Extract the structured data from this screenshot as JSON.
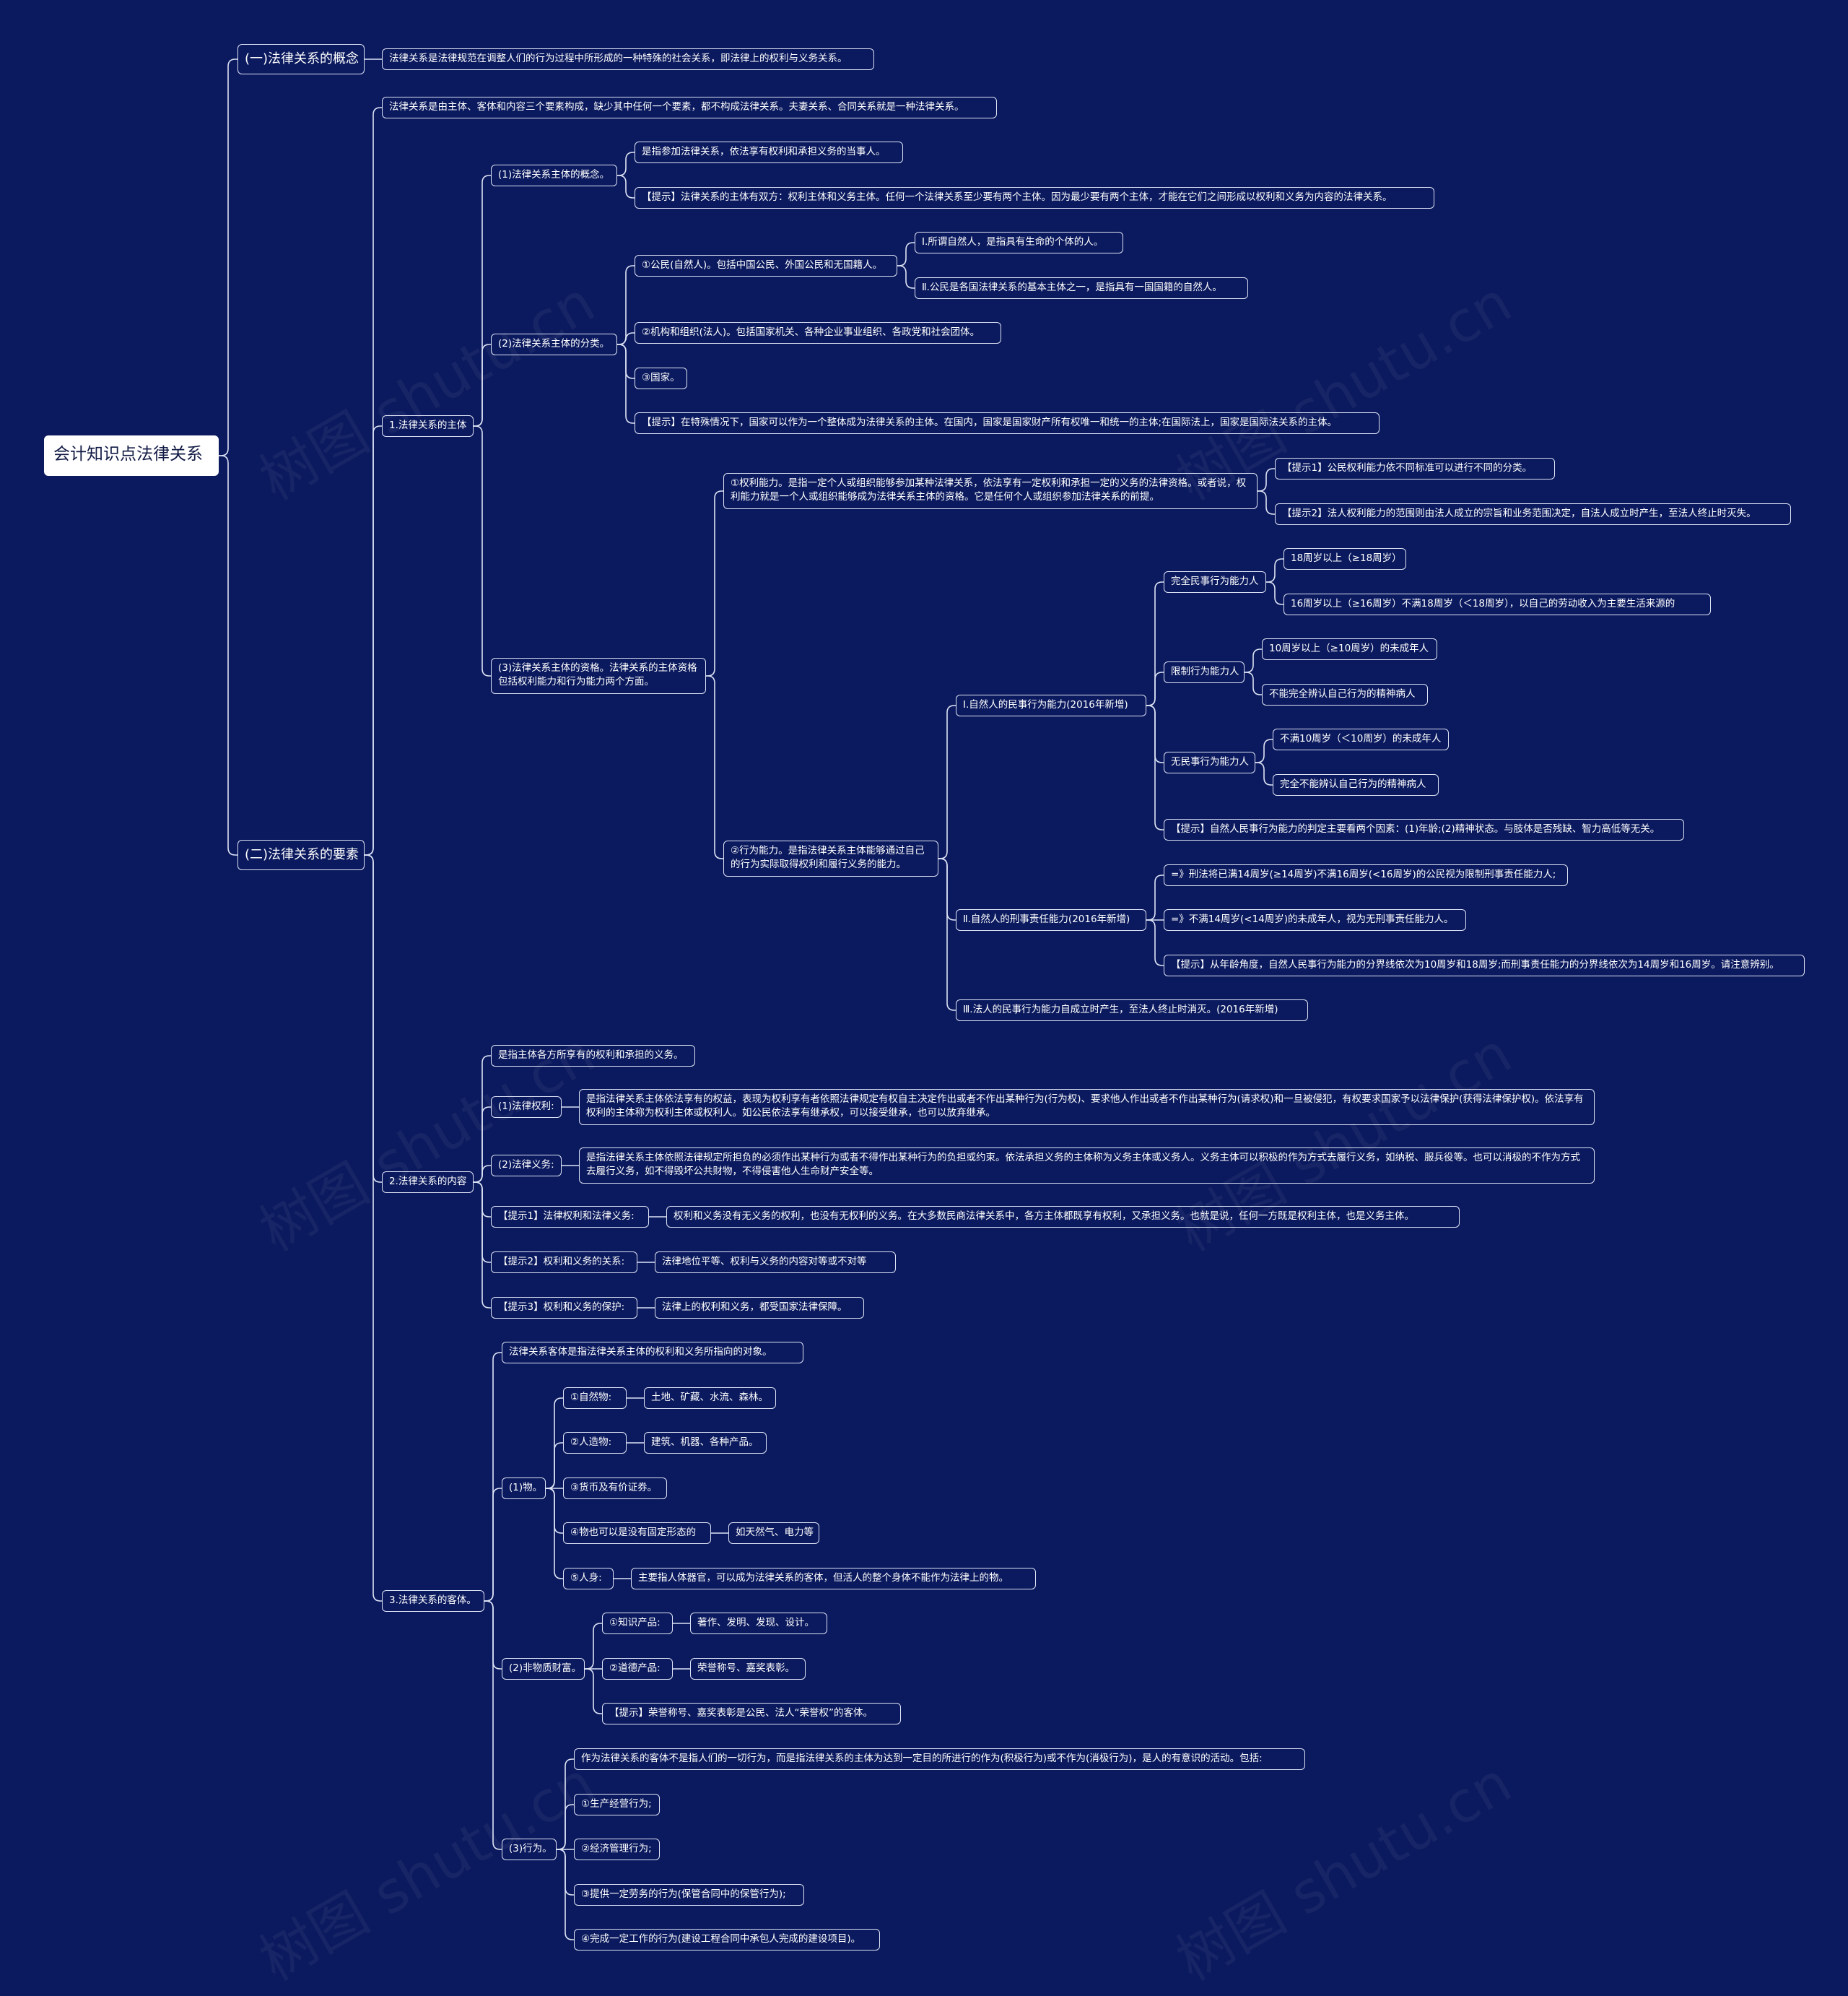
{
  "root": {
    "label": "会计知识点法律关系"
  },
  "watermark": "树图 shutu.cn",
  "colors": {
    "background": "#0b1a5e",
    "line": "#dde3f5",
    "root_fill": "#ffffff"
  },
  "nodes": {
    "n1": "(一)法律关系的概念",
    "n1a": "法律关系是法律规范在调整人们的行为过程中所形成的一种特殊的社会关系，即法律上的权利与义务关系。",
    "n2": "(二)法律关系的要素",
    "n2a": "法律关系是由主体、客体和内容三个要素构成，缺少其中任何一个要素，都不构成法律关系。夫妻关系、合同关系就是一种法律关系。",
    "s1": "1.法律关系的主体",
    "s1a": "(1)法律关系主体的概念。",
    "s1a1": "是指参加法律关系，依法享有权利和承担义务的当事人。",
    "s1a2": "【提示】法律关系的主体有双方：权利主体和义务主体。任何一个法律关系至少要有两个主体。因为最少要有两个主体，才能在它们之间形成以权利和义务为内容的法律关系。",
    "s1b": "(2)法律关系主体的分类。",
    "s1b1": "①公民(自然人)。包括中国公民、外国公民和无国籍人。",
    "s1b1a": "Ⅰ.所谓自然人，是指具有生命的个体的人。",
    "s1b1b": "Ⅱ.公民是各国法律关系的基本主体之一，是指具有一国国籍的自然人。",
    "s1b2": "②机构和组织(法人)。包括国家机关、各种企业事业组织、各政党和社会团体。",
    "s1b3": "③国家。",
    "s1b4": "【提示】在特殊情况下，国家可以作为一个整体成为法律关系的主体。在国内，国家是国家财产所有权唯一和统一的主体;在国际法上，国家是国际法关系的主体。",
    "s1c": "(3)法律关系主体的资格。法律关系的主体资格包括权利能力和行为能力两个方面。",
    "s1c1": "①权利能力。是指一定个人或组织能够参加某种法律关系，依法享有一定权利和承担一定的义务的法律资格。或者说，权利能力就是一个人或组织能够成为法律关系主体的资格。它是任何个人或组织参加法律关系的前提。",
    "s1c1a": "【提示1】公民权利能力依不同标准可以进行不同的分类。",
    "s1c1b": "【提示2】法人权利能力的范围则由法人成立的宗旨和业务范围决定，自法人成立时产生，至法人终止时灭失。",
    "s1c2": "②行为能力。是指法律关系主体能够通过自己的行为实际取得权利和履行义务的能力。",
    "s1c2a": "Ⅰ.自然人的民事行为能力(2016年新增)",
    "full": "完全民事行为能力人",
    "full1": "18周岁以上（≥18周岁）",
    "full2": "16周岁以上（≥16周岁）不满18周岁（＜18周岁），以自己的劳动收入为主要生活来源的",
    "lim": "限制行为能力人",
    "lim1": "10周岁以上（≥10周岁）的未成年人",
    "lim2": "不能完全辨认自己行为的精神病人",
    "none": "无民事行为能力人",
    "none1": "不满10周岁（＜10周岁）的未成年人",
    "none2": "完全不能辨认自己行为的精神病人",
    "tip_civ": "【提示】自然人民事行为能力的判定主要看两个因素：(1)年龄;(2)精神状态。与肢体是否残缺、智力高低等无关。",
    "s1c2b": "Ⅱ.自然人的刑事责任能力(2016年新增)",
    "crim1": "=》刑法将已满14周岁(≥14周岁)不满16周岁(<16周岁)的公民视为限制刑事责任能力人;",
    "crim2": "=》不满14周岁(<14周岁)的未成年人，视为无刑事责任能力人。",
    "crim3": "【提示】从年龄角度，自然人民事行为能力的分界线依次为10周岁和18周岁;而刑事责任能力的分界线依次为14周岁和16周岁。请注意辨别。",
    "s1c2c": "Ⅲ.法人的民事行为能力自成立时产生，至法人终止时消灭。(2016年新增)",
    "s2": "2.法律关系的内容",
    "s2a": "是指主体各方所享有的权利和承担的义务。",
    "s2b": "(1)法律权利:",
    "s2b1": "是指法律关系主体依法享有的权益，表现为权利享有者依照法律规定有权自主决定作出或者不作出某种行为(行为权)、要求他人作出或者不作出某种行为(请求权)和一旦被侵犯，有权要求国家予以法律保护(获得法律保护权)。依法享有权利的主体称为权利主体或权利人。如公民依法享有继承权，可以接受继承，也可以放弃继承。",
    "s2c": "(2)法律义务:",
    "s2c1": "是指法律关系主体依照法律规定所担负的必须作出某种行为或者不得作出某种行为的负担或约束。依法承担义务的主体称为义务主体或义务人。义务主体可以积极的作为方式去履行义务，如纳税、服兵役等。也可以消极的不作为方式去履行义务，如不得毁坏公共财物，不得侵害他人生命财产安全等。",
    "s2d": "【提示1】法律权利和法律义务:",
    "s2d1": "权利和义务没有无义务的权利，也没有无权利的义务。在大多数民商法律关系中，各方主体都既享有权利，又承担义务。也就是说，任何一方既是权利主体，也是义务主体。",
    "s2e": "【提示2】权利和义务的关系:",
    "s2e1": "法律地位平等、权利与义务的内容对等或不对等",
    "s2f": "【提示3】权利和义务的保护:",
    "s2f1": "法律上的权利和义务，都受国家法律保障。",
    "s3": "3.法律关系的客体。",
    "s3a": "法律关系客体是指法律关系主体的权利和义务所指向的对象。",
    "s3b": "(1)物。",
    "s3b1": "①自然物:",
    "s3b1a": "土地、矿藏、水流、森林。",
    "s3b2": "②人造物:",
    "s3b2a": "建筑、机器、各种产品。",
    "s3b3": "③货币及有价证券。",
    "s3b4": "④物也可以是没有固定形态的",
    "s3b4a": "如天然气、电力等",
    "s3b5": "⑤人身:",
    "s3b5a": "主要指人体器官，可以成为法律关系的客体，但活人的整个身体不能作为法律上的物。",
    "s3c": "(2)非物质财富。",
    "s3c1": "①知识产品:",
    "s3c1a": "著作、发明、发现、设计。",
    "s3c2": "②道德产品:",
    "s3c2a": "荣誉称号、嘉奖表彰。",
    "s3c3": "【提示】荣誉称号、嘉奖表彰是公民、法人“荣誉权”的客体。",
    "s3d": "(3)行为。",
    "s3d0": "作为法律关系的客体不是指人们的一切行为，而是指法律关系的主体为达到一定目的所进行的作为(积极行为)或不作为(消极行为)，是人的有意识的活动。包括:",
    "s3d1": "①生产经营行为;",
    "s3d2": "②经济管理行为;",
    "s3d3": "③提供一定劳务的行为(保管合同中的保管行为);",
    "s3d4": "④完成一定工作的行为(建设工程合同中承包人完成的建设项目)。"
  }
}
